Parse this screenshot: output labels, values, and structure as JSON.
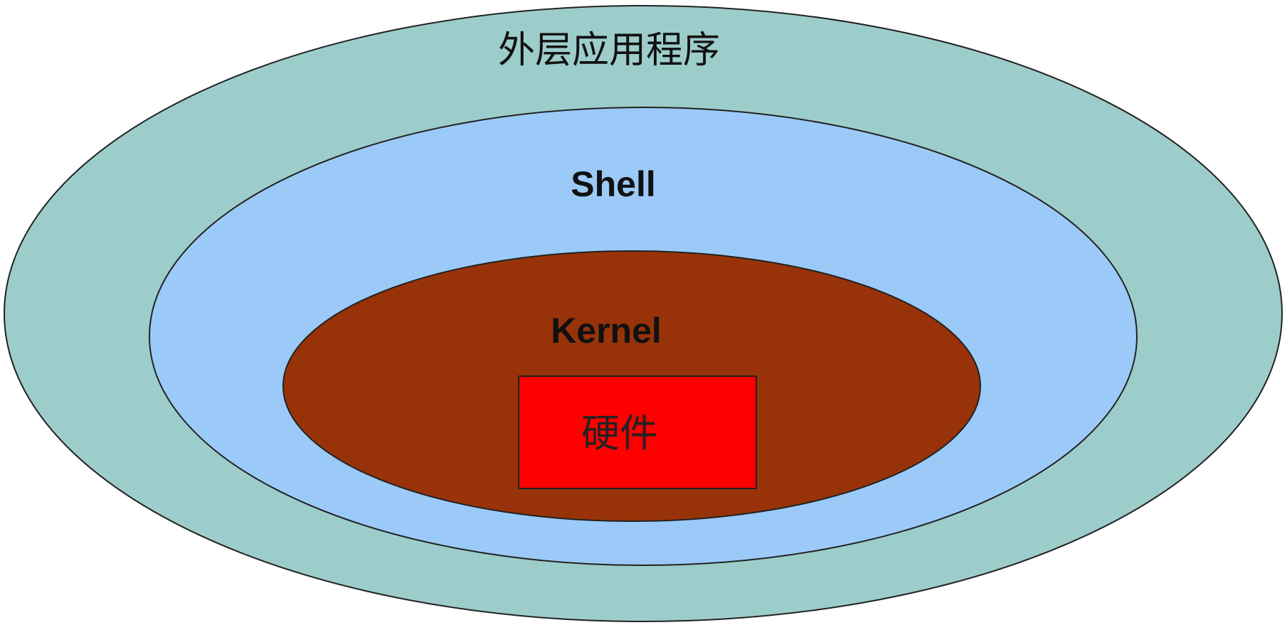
{
  "diagram": {
    "layers": [
      {
        "id": "outer",
        "label": "外层应用程序",
        "fill": "#9dcdca"
      },
      {
        "id": "shell",
        "label": "Shell",
        "fill": "#9ccaf8"
      },
      {
        "id": "kernel",
        "label": "Kernel",
        "fill": "#983309"
      },
      {
        "id": "hardware",
        "label": "硬件",
        "fill": "#ff0000"
      }
    ],
    "stroke": "#222222"
  }
}
